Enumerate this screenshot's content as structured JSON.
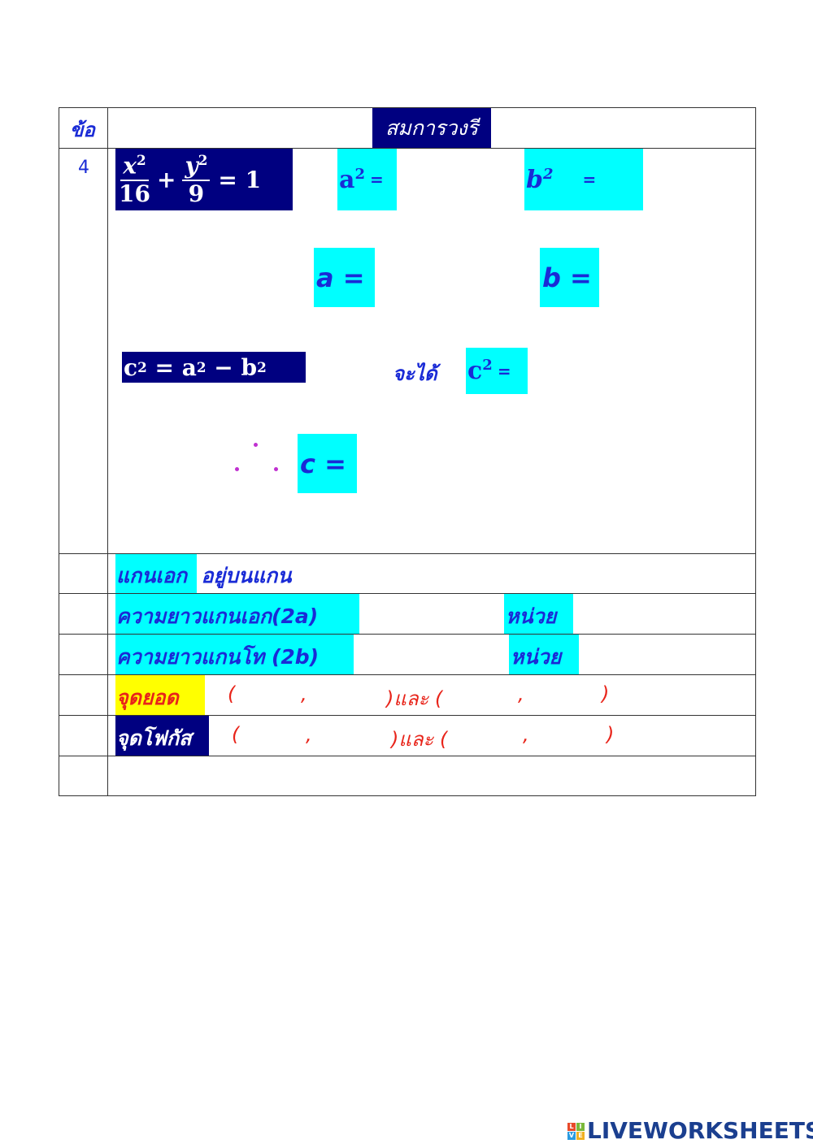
{
  "table": {
    "header_no": "ข้อ",
    "header_title": "สมการวงรี",
    "item_number": "4"
  },
  "equation": {
    "main_num_x": "x",
    "main_den_x": "16",
    "main_plus": "+",
    "main_num_y": "y",
    "main_den_y": "9",
    "main_rhs": "= 1",
    "a2_label": "a",
    "a2_eq": "=",
    "b2_label": "b",
    "b2_eq": "=",
    "a_label": "a =",
    "b_label": "b =",
    "c_formula_c": "c",
    "c_formula_mid": " = a",
    "c_formula_minus": " − b",
    "c_will_get": "จะได้",
    "c2_label": "c",
    "c2_eq": "=",
    "c_label": "c ="
  },
  "rows": {
    "major_axis": "แกนเอก  อยู่บนแกน",
    "major_length": "ความยาวแกนเอก(2a)",
    "major_unit": "หน่วย",
    "minor_length": "ความยาวแกนโท (2b)",
    "minor_unit": "หน่วย",
    "vertices": "จุดยอด",
    "foci": "จุดโฟกัส",
    "pair_open": "(",
    "pair_comma": ",",
    "pair_close_and": ")และ (",
    "pair_close": ")"
  },
  "logo": {
    "text": "LIVEWORKSHEETS",
    "box_letters": [
      "L",
      "I",
      "V",
      "E"
    ]
  },
  "colors": {
    "navy": "#000080",
    "cyan": "#00ffff",
    "yellow": "#ffff00",
    "text_blue": "#1a2bd6",
    "text_red": "#e8241a"
  }
}
